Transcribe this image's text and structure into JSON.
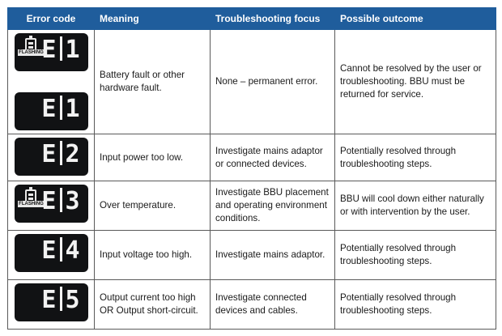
{
  "headers": [
    "Error code",
    "Meaning",
    "Troubleshooting focus",
    "Possible outcome"
  ],
  "flashing_label": "FLASHING",
  "rows": [
    {
      "codes": [
        "E1",
        "E1"
      ],
      "flashing": [
        true,
        false
      ],
      "meaning": "Battery fault or other hardware fault.",
      "focus": "None – permanent error.",
      "outcome": "Cannot be resolved by the user or troubleshooting. BBU must be returned for service."
    },
    {
      "codes": [
        "E2"
      ],
      "flashing": [
        false
      ],
      "meaning": "Input power too low.",
      "focus": "Investigate mains adaptor or connected devices.",
      "outcome": "Potentially resolved through troubleshooting steps."
    },
    {
      "codes": [
        "E3"
      ],
      "flashing": [
        true
      ],
      "meaning": "Over temperature.",
      "focus": "Investigate BBU placement and operating environment conditions.",
      "outcome": "BBU will cool down either naturally or with intervention by the user."
    },
    {
      "codes": [
        "E4"
      ],
      "flashing": [
        false
      ],
      "meaning": "Input voltage too high.",
      "focus": "Investigate mains adaptor.",
      "outcome": "Potentially resolved through troubleshooting steps."
    },
    {
      "codes": [
        "E5"
      ],
      "flashing": [
        false
      ],
      "meaning": "Output current too high OR Output short-circuit.",
      "focus": "Investigate connected devices and cables.",
      "outcome": "Potentially resolved through troubleshooting steps."
    }
  ]
}
